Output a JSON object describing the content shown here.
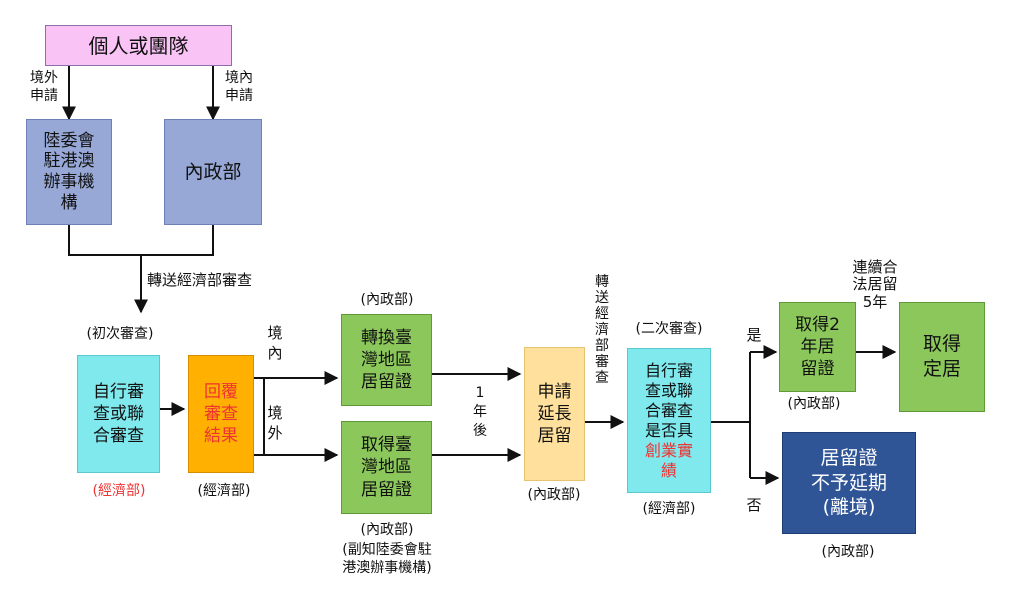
{
  "colors": {
    "pink": "#f9c3f5",
    "periwinkle": "#97a8d6",
    "cyan": "#7fe9ee",
    "orange": "#ffb000",
    "green": "#8bc75a",
    "light_yellow": "#ffe09c",
    "navy": "#2f5597",
    "red": "#ee3333"
  },
  "nodes": {
    "individual": "個人或團隊",
    "mac_office": "陸委會\n駐港澳\n辦事機\n構",
    "moi": "內政部",
    "self_review": "自行審\n查或聯\n合審查",
    "reply": "回覆\n審查\n結果",
    "convert_permit": "轉換臺\n灣地區\n居留證",
    "obtain_permit": "取得臺\n灣地區\n居留證",
    "extend": "申請\n延長\n居留",
    "second_review_top": "自行審\n查或聯\n合審查\n是否具",
    "second_review_red": "創業實\n績",
    "two_year": "取得2\n年居\n留證",
    "settle": "取得\n定居",
    "no_extend": "居留證\n不予延期\n(離境)"
  },
  "labels": {
    "abroad_apply": "境外\n申請",
    "domestic_apply": "境內\n申請",
    "forward_moea": "轉送經濟部審查",
    "first_review": "(初次審查)",
    "moea_red": "(經濟部)",
    "moea_1": "(經濟部)",
    "inside": "境\n內",
    "outside": "境\n外",
    "moi_top": "(內政部)",
    "moi_bottom": "(內政部)",
    "cc_note": "(副知陸委會駐\n港澳辦事機構)",
    "one_year_later": "1\n年\n後",
    "forward_vertical": "轉\n送\n經\n濟\n部\n審\n查",
    "moi_extend": "(內政部)",
    "second_review": "(二次審查)",
    "moea_2": "(經濟部)",
    "yes": "是",
    "no": "否",
    "continuous": "連續合\n法居留\n5年",
    "moi_two_year": "(內政部)",
    "moi_no_extend": "(內政部)"
  }
}
